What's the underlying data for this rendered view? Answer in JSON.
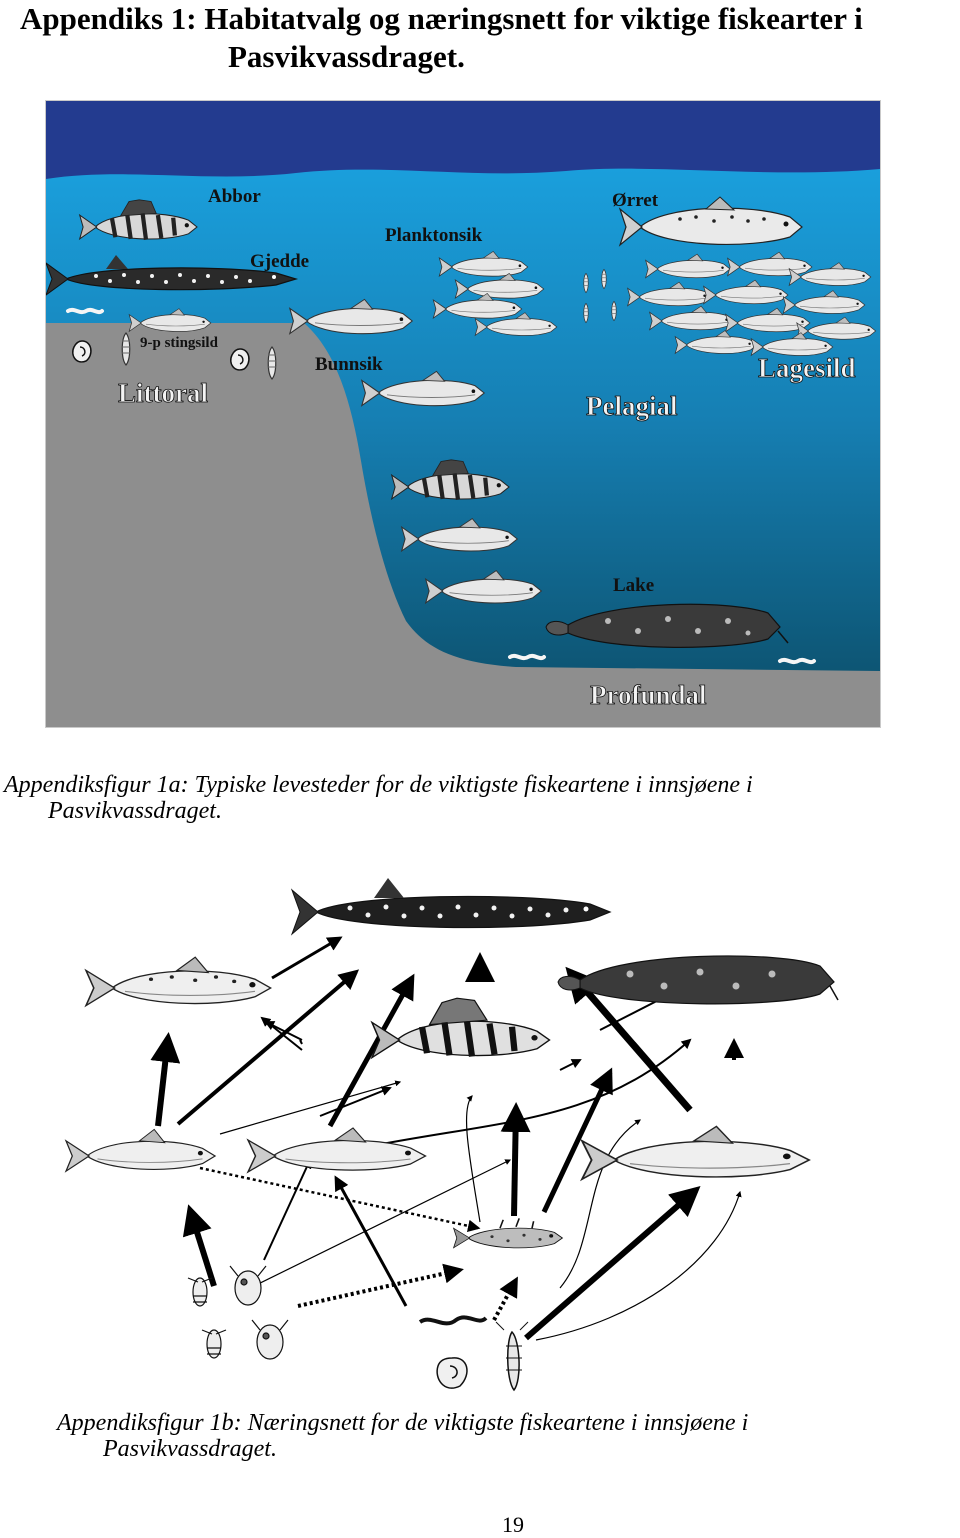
{
  "heading": {
    "line1": "Appendiks 1:  Habitatvalg og næringsnett for viktige fiskearter i",
    "line2": "Pasvikvassdraget."
  },
  "figure_a": {
    "labels": {
      "abbor": "Abbor",
      "gjedde": "Gjedde",
      "stingsild": "9-p stingsild",
      "planktonsik": "Planktonsik",
      "orret": "Ørret",
      "bunnsik": "Bunnsik",
      "lagesild": "Lagesild",
      "littoral": "Littoral",
      "pelagial": "Pelagial",
      "lake": "Lake",
      "profundal": "Profundal"
    },
    "colors": {
      "sky": "#233b8f",
      "water_top": "#1a9fdc",
      "water_bottom": "#0b4c66",
      "shore": "#8e8e8e"
    }
  },
  "caption_a": {
    "line1": "Appendiksfigur 1a: Typiske levesteder for de viktigste fiskeartene i innsjøene i",
    "line2": "Pasvikvassdraget."
  },
  "caption_b": {
    "line1": "Appendiksfigur 1b: Næringsnett for de viktigste fiskeartene i innsjøene i",
    "line2": "Pasvikvassdraget."
  },
  "page_number": "19"
}
